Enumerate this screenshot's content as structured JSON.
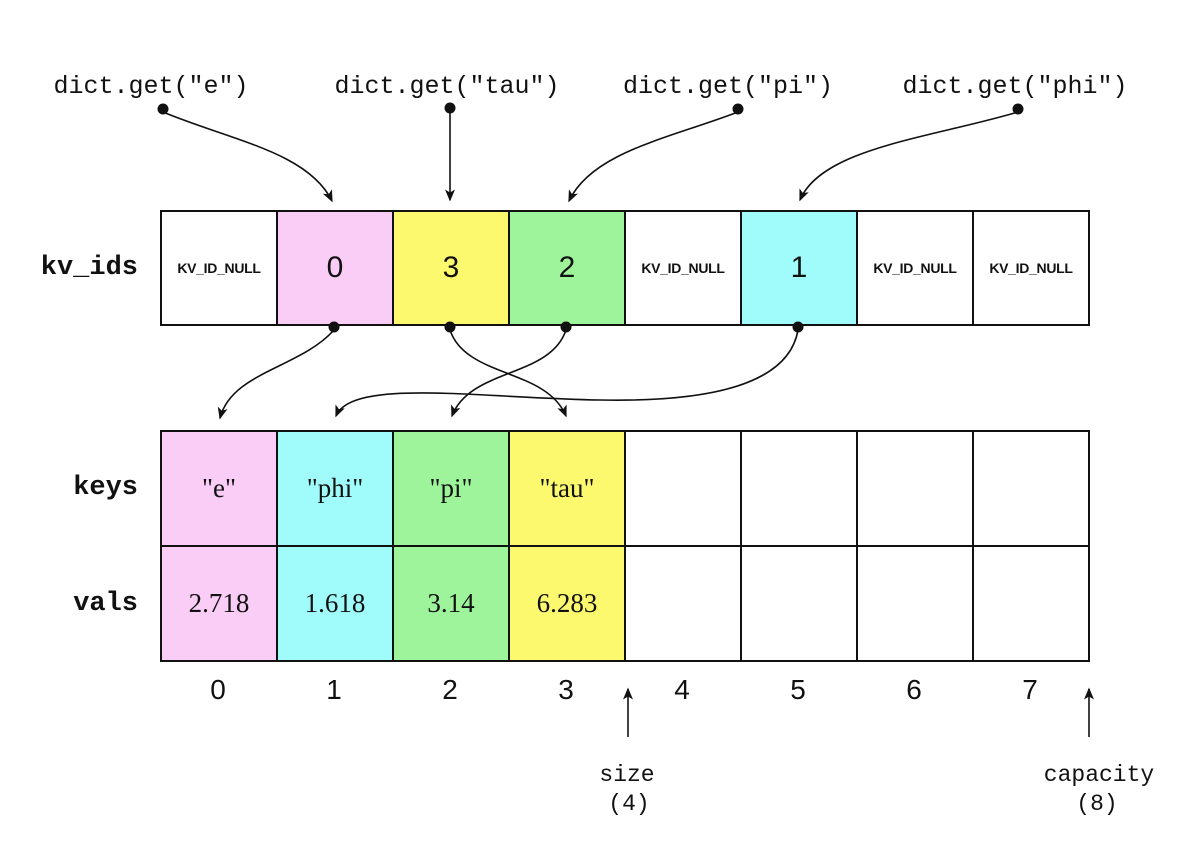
{
  "calls": [
    {
      "label": "dict.get(\"e\")",
      "target_slot": 1
    },
    {
      "label": "dict.get(\"tau\")",
      "target_slot": 2
    },
    {
      "label": "dict.get(\"pi\")",
      "target_slot": 3
    },
    {
      "label": "dict.get(\"phi\")",
      "target_slot": 5
    }
  ],
  "kv_ids": {
    "label": "kv_ids",
    "cells": [
      {
        "text": "KV_ID_NULL",
        "color": "white"
      },
      {
        "text": "0",
        "color": "pink"
      },
      {
        "text": "3",
        "color": "yellow"
      },
      {
        "text": "2",
        "color": "green"
      },
      {
        "text": "KV_ID_NULL",
        "color": "white"
      },
      {
        "text": "1",
        "color": "cyan"
      },
      {
        "text": "KV_ID_NULL",
        "color": "white"
      },
      {
        "text": "KV_ID_NULL",
        "color": "white"
      }
    ]
  },
  "keys": {
    "label": "keys",
    "cells": [
      {
        "text": "\"e\"",
        "color": "pink"
      },
      {
        "text": "\"phi\"",
        "color": "cyan"
      },
      {
        "text": "\"pi\"",
        "color": "green"
      },
      {
        "text": "\"tau\"",
        "color": "yellow"
      },
      {
        "text": "",
        "color": "white"
      },
      {
        "text": "",
        "color": "white"
      },
      {
        "text": "",
        "color": "white"
      },
      {
        "text": "",
        "color": "white"
      }
    ]
  },
  "vals": {
    "label": "vals",
    "cells": [
      {
        "text": "2.718",
        "color": "pink"
      },
      {
        "text": "1.618",
        "color": "cyan"
      },
      {
        "text": "3.14",
        "color": "green"
      },
      {
        "text": "6.283",
        "color": "yellow"
      },
      {
        "text": "",
        "color": "white"
      },
      {
        "text": "",
        "color": "white"
      },
      {
        "text": "",
        "color": "white"
      },
      {
        "text": "",
        "color": "white"
      }
    ]
  },
  "indices": [
    "0",
    "1",
    "2",
    "3",
    "4",
    "5",
    "6",
    "7"
  ],
  "size": {
    "label": "size",
    "value": "(4)"
  },
  "capacity": {
    "label": "capacity",
    "value": "(8)"
  },
  "colors": {
    "white": "#FFFFFF",
    "pink": "#FACDF6",
    "cyan": "#A0FCFA",
    "green": "#9EF49B",
    "yellow": "#FCF96F",
    "ink": "#111111"
  }
}
